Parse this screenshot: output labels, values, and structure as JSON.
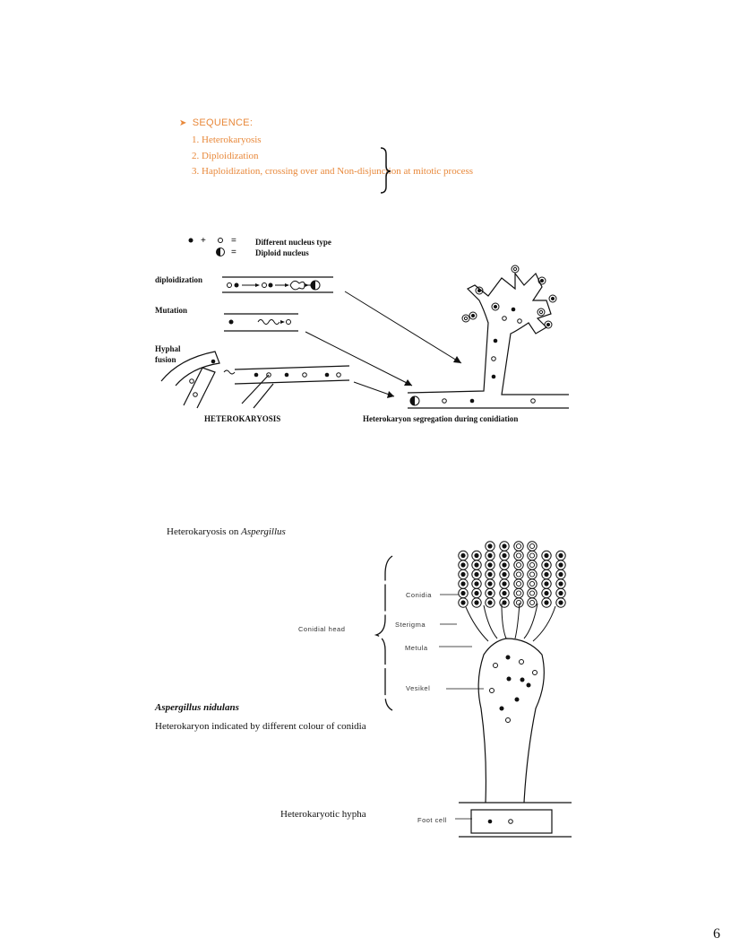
{
  "sequence": {
    "heading": "SEQUENCE:",
    "items": [
      "1.  Heterokaryosis",
      "2.  Diploidization",
      "3.  Haploidization, crossing over and Non-disjunction at  mitotic process"
    ]
  },
  "legend": {
    "different_nucleus": "Different nucleus type",
    "diploid_nucleus": "Diploid nucleus"
  },
  "diagram1": {
    "label_diploidization": "diploidization",
    "label_mutation": "Mutation",
    "label_hyphal_fusion_1": "Hyphal",
    "label_hyphal_fusion_2": "fusion",
    "caption_left": "HETEROKARYOSIS",
    "caption_right": "Heterokaryon segregation during conidiation"
  },
  "diagram2": {
    "title_prefix": "Heterokaryosis on ",
    "title_italic": "Aspergillus",
    "species": "Aspergillus nidulans",
    "description": "Heterokaryon indicated by different colour of conidia",
    "hypha_label": "Heterokaryotic hypha",
    "label_conidial_head": "Conidial head",
    "label_conidia": "Conidia",
    "label_sterigma": "Sterigma",
    "label_metula": "Metula",
    "label_vesikel": "Vesikel",
    "label_foot_cell": "Foot cell"
  },
  "page_number": "6"
}
